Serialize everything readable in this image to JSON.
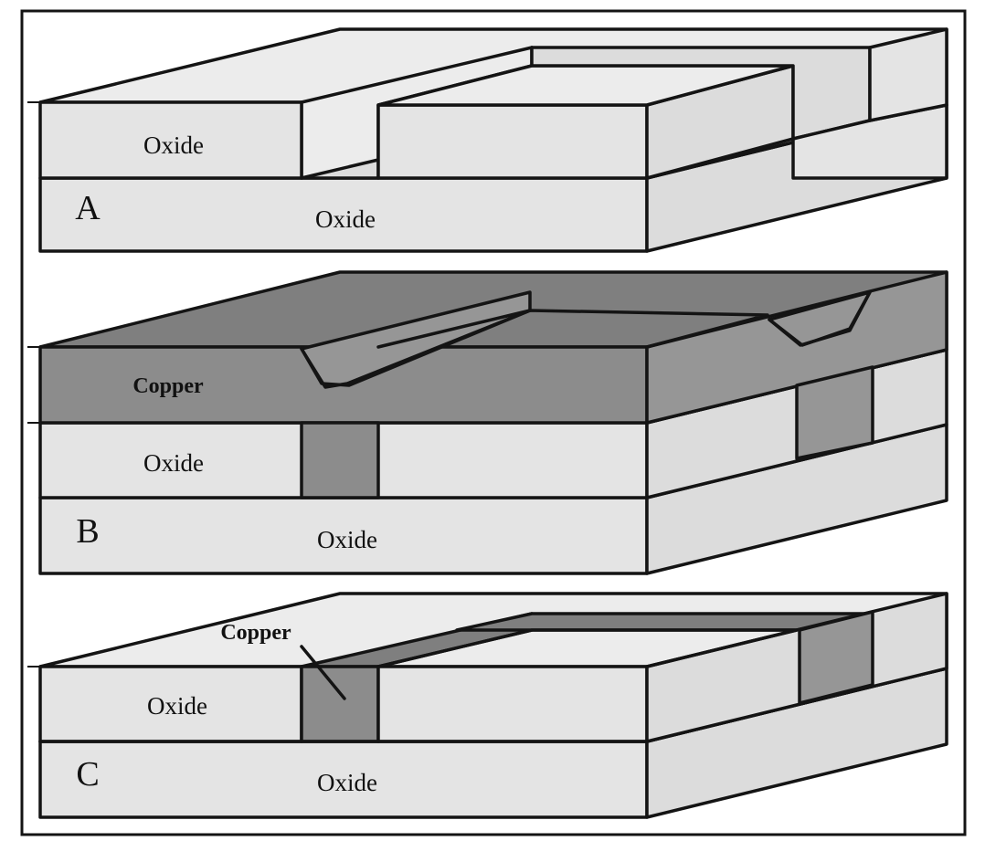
{
  "panels": [
    {
      "letter": "A",
      "labels": {
        "upper_layer": "Oxide",
        "lower_layer": "Oxide"
      }
    },
    {
      "letter": "B",
      "labels": {
        "metal_layer": "Copper",
        "upper_layer": "Oxide",
        "lower_layer": "Oxide"
      }
    },
    {
      "letter": "C",
      "labels": {
        "metal_callout": "Copper",
        "upper_layer": "Oxide",
        "lower_layer": "Oxide"
      }
    }
  ],
  "colors": {
    "oxide": "#e4e4e4",
    "copper": "#8c8c8c",
    "outline": "#141414"
  }
}
